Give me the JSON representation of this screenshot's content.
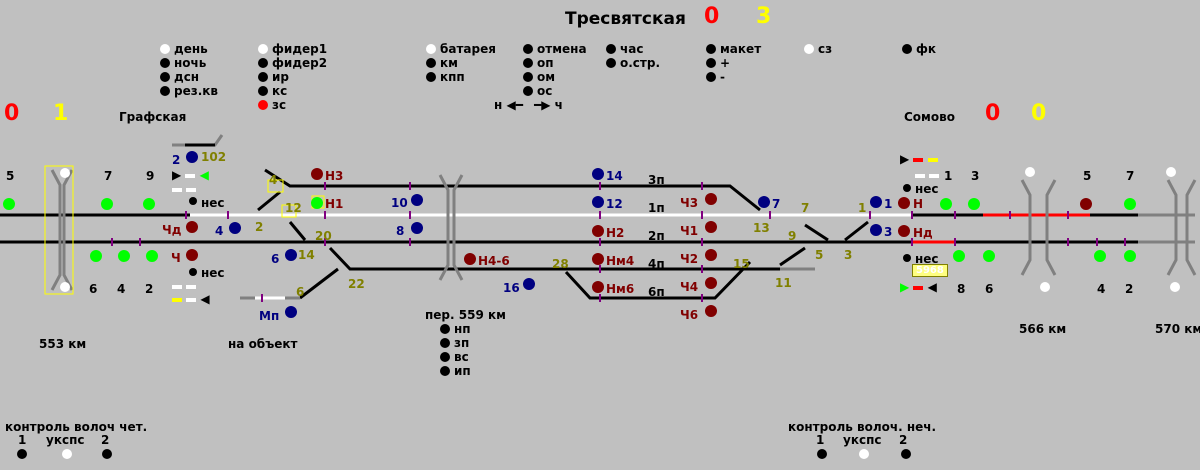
{
  "header": {
    "station": "Тресвятская",
    "count_red": "0",
    "count_yellow": "3"
  },
  "left_station": {
    "name": "Графская",
    "count_red": "0",
    "count_yellow": "1"
  },
  "right_station": {
    "name": "Сомово",
    "count_red": "0",
    "count_yellow": "0"
  },
  "indicators": {
    "col1": [
      {
        "label": "день",
        "state": "white"
      },
      {
        "label": "ночь",
        "state": "black"
      },
      {
        "label": "дсн",
        "state": "black"
      },
      {
        "label": "рез.кв",
        "state": "black"
      }
    ],
    "col2": [
      {
        "label": "фидер1",
        "state": "white"
      },
      {
        "label": "фидер2",
        "state": "black"
      },
      {
        "label": "ир",
        "state": "black"
      },
      {
        "label": "кс",
        "state": "black"
      },
      {
        "label": "зс",
        "state": "red"
      }
    ],
    "col3": [
      {
        "label": "батарея",
        "state": "white"
      },
      {
        "label": "км",
        "state": "black"
      },
      {
        "label": "кпп",
        "state": "black"
      }
    ],
    "col4": [
      {
        "label": "отмена",
        "state": "black"
      },
      {
        "label": "оп",
        "state": "black"
      },
      {
        "label": "ом",
        "state": "black"
      },
      {
        "label": "ос",
        "state": "black"
      }
    ],
    "col5": [
      {
        "label": "час",
        "state": "black"
      },
      {
        "label": "о.стр.",
        "state": "black"
      }
    ],
    "col6": [
      {
        "label": "макет",
        "state": "black"
      },
      {
        "label": "+",
        "state": "black"
      },
      {
        "label": "-",
        "state": "black"
      }
    ],
    "col7": [
      {
        "label": "сз",
        "state": "white"
      }
    ],
    "col8": [
      {
        "label": "фк",
        "state": "black"
      }
    ],
    "direction": {
      "n": "н",
      "ch": "ч"
    }
  },
  "crossing": {
    "title": "пер. 559 км",
    "items": [
      {
        "label": "нп",
        "state": "black"
      },
      {
        "label": "зп",
        "state": "black"
      },
      {
        "label": "вс",
        "state": "black"
      },
      {
        "label": "ип",
        "state": "black"
      }
    ]
  },
  "tracks": {
    "t3": "3п",
    "t1": "1п",
    "t2": "2п",
    "t4": "4п",
    "t6": "6п"
  },
  "signals": {
    "N3": "Н3",
    "N1": "Н1",
    "N2": "Н2",
    "N4_6": "Н4-6",
    "Nm4": "Нм4",
    "Nm6": "Нм6",
    "Ch3": "Ч3",
    "Ch1": "Ч1",
    "Ch2": "Ч2",
    "Ch4": "Ч4",
    "Ch6": "Ч6",
    "Chd": "Чд",
    "Ch": "Ч",
    "N": "Н",
    "Nd": "Нд",
    "M14": "14",
    "M12": "12",
    "M10": "10",
    "M8": "8",
    "M16": "16",
    "M7": "7",
    "M1": "1",
    "M3": "3",
    "M2": "2",
    "M4": "4",
    "M6": "6",
    "Mp": "Мп"
  },
  "switches": {
    "s102": "102",
    "s2": "2",
    "s4": "4",
    "s12": "12",
    "s20": "20",
    "s14": "14",
    "s22": "22",
    "s6": "6",
    "s28": "28",
    "s15": "15",
    "s13": "13",
    "s11": "11",
    "s9": "9",
    "s7": "7",
    "s5": "5",
    "s3": "3",
    "s1": "1"
  },
  "block_signals_left": {
    "top": [
      "5",
      "7",
      "9"
    ],
    "bottom": [
      "6",
      "4",
      "2"
    ]
  },
  "block_signals_right": {
    "top": [
      "1",
      "3",
      "5",
      "7"
    ],
    "bottom": [
      "8",
      "6",
      "4",
      "2"
    ]
  },
  "misc": {
    "nes_top_left": "нес",
    "nes_bottom_left": "нес",
    "nes_top_right": "нес",
    "nes_bottom_right": "нес",
    "on_object": "на объект",
    "train_number": "5968"
  },
  "km": {
    "k553": "553 км",
    "k566": "566 км",
    "k570": "570 км"
  },
  "control_left": {
    "title": "контроль волоч чет.",
    "b1": "1",
    "ukspss": "укспс",
    "b2": "2"
  },
  "control_right": {
    "title": "контроль волоч. неч.",
    "b1": "1",
    "ukspss": "укспс",
    "b2": "2"
  },
  "colors": {
    "background": "#c0c0c0",
    "track_dark": "#000000",
    "track_lit": "#ffffff",
    "red_section": "#ff0000",
    "lamp_green": "#00ff00",
    "lamp_red": "#800000",
    "lamp_blue": "#000080",
    "label_olive": "#808000"
  }
}
